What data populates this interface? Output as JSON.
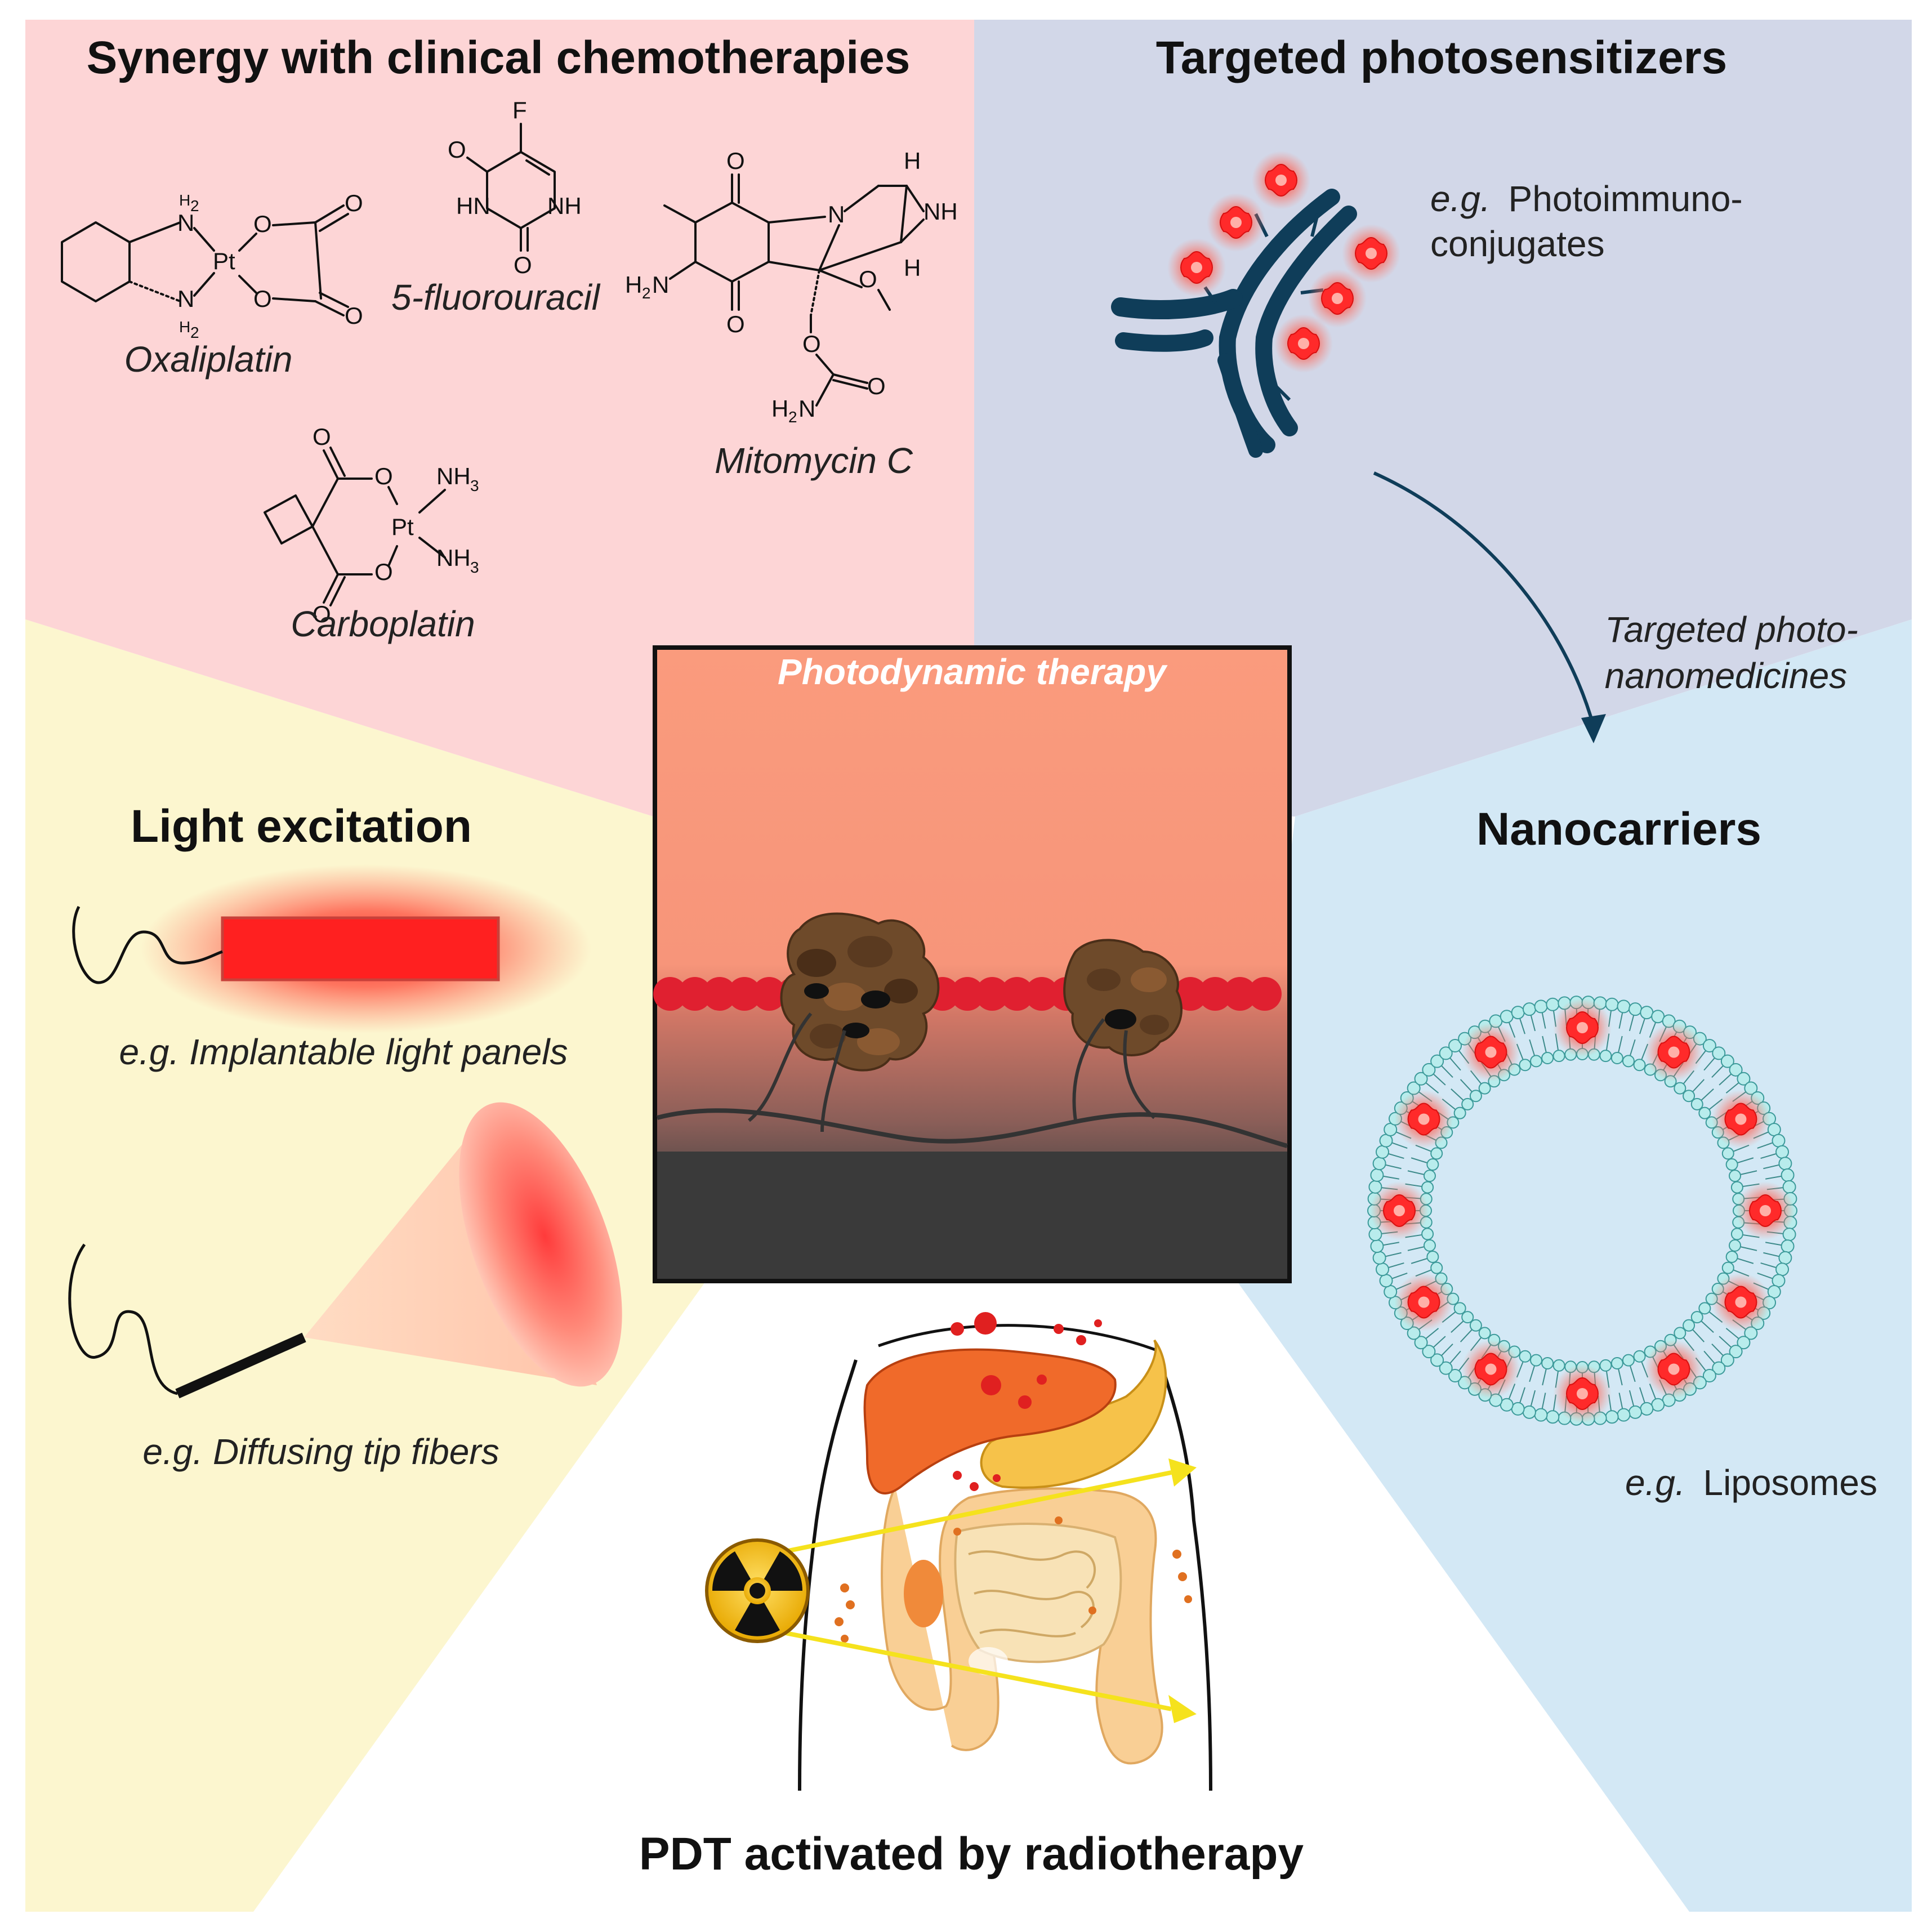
{
  "colors": {
    "chemo_bg": "#fdd5d6",
    "targeted_bg": "#d2d7e8",
    "nano_bg": "#d3e8f5",
    "light_bg": "#fcf6cf",
    "pdt_top": "#fa9b7d",
    "blood_vessel": "#e02030",
    "antibody": "#0f3d59",
    "photosensitizer": "#ff2a2a",
    "radiation": "#f5c21d"
  },
  "sections": {
    "chemo": {
      "title": "Synergy with clinical chemotherapies",
      "drugs": {
        "oxaliplatin": "Oxaliplatin",
        "fluorouracil": "5-fluorouracil",
        "mitomycin": "Mitomycin C",
        "carboplatin": "Carboplatin"
      }
    },
    "targeted": {
      "title": "Targeted photosensitizers",
      "example_prefix": "e.g.",
      "example_line1": "Photoimmuno-",
      "example_line2": "conjugates"
    },
    "arrow_label": {
      "line1": "Targeted photo-",
      "line2": "nanomedicines"
    },
    "nano": {
      "title": "Nanocarriers",
      "example_prefix": "e.g.",
      "example": "Liposomes"
    },
    "light": {
      "title": "Light excitation",
      "example1": "e.g. Implantable light panels",
      "example2": "e.g. Diffusing tip fibers"
    },
    "center": {
      "title": "Photodynamic therapy"
    },
    "radio": {
      "title": "PDT activated by radiotherapy"
    }
  },
  "icons": {
    "antibody": "antibody-icon",
    "liposome": "liposome-icon",
    "light_panel": "light-panel-icon",
    "diffusing_fiber": "diffusing-fiber-icon",
    "radiation": "radiation-icon",
    "abdomen": "abdomen-icon"
  }
}
